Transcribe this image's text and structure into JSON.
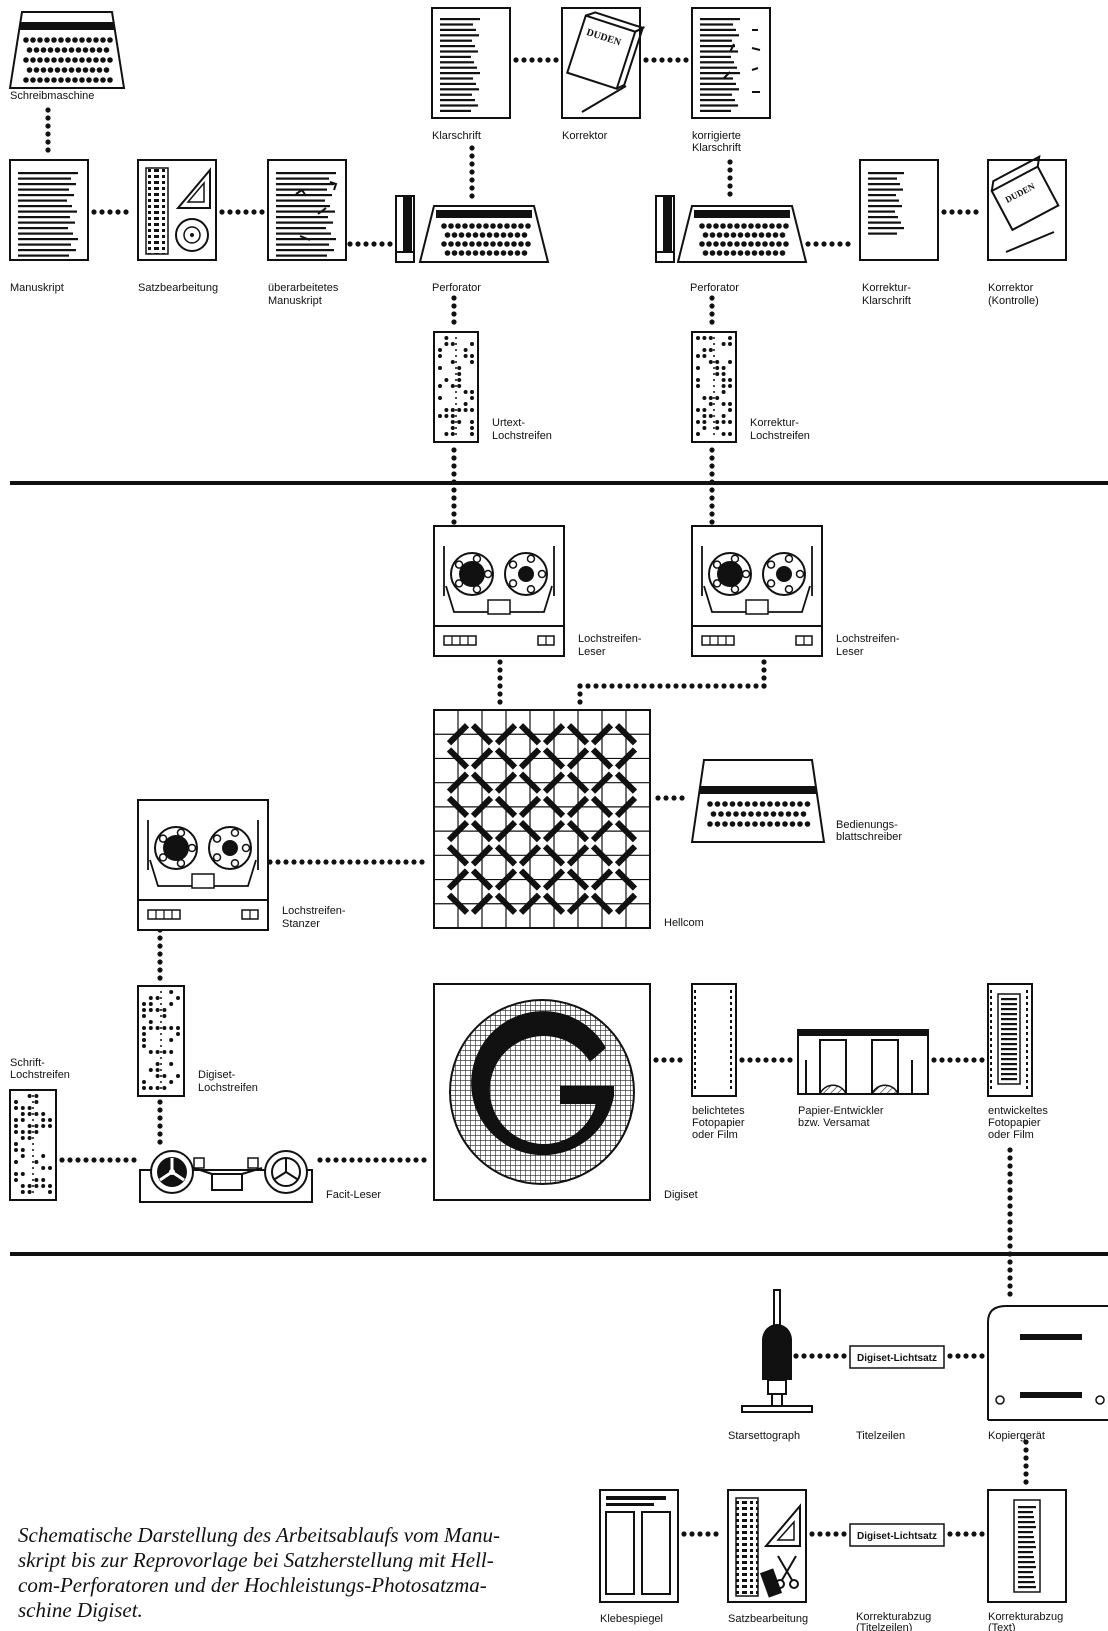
{
  "labels": {
    "schreibmaschine": "Schreibmaschine",
    "manuskript": "Manuskript",
    "satzbearbeitung": "Satzbearbeitung",
    "ueberarbeitet_1": "überarbeitetes",
    "ueberarbeitet_2": "Manuskript",
    "klarschrift": "Klarschrift",
    "korrektor": "Korrektor",
    "korr_klar_1": "korrigierte",
    "korr_klar_2": "Klarschrift",
    "perforator_1": "Perforator",
    "perforator_2": "Perforator",
    "korrektur_klar_1": "Korrektur-",
    "korrektur_klar_2": "Klarschrift",
    "korrektor_kontrolle_1": "Korrektor",
    "korrektor_kontrolle_2": "(Kontrolle)",
    "urtext_1": "Urtext-",
    "urtext_2": "Lochstreifen",
    "korrektur_loch_1": "Korrektur-",
    "korrektur_loch_2": "Lochstreifen",
    "leser1_1": "Lochstreifen-",
    "leser1_2": "Leser",
    "leser2_1": "Lochstreifen-",
    "leser2_2": "Leser",
    "bedienung_1": "Bedienungs-",
    "bedienung_2": "blattschreiber",
    "stanzer_1": "Lochstreifen-",
    "stanzer_2": "Stanzer",
    "hellcom": "Hellcom",
    "schrift_1": "Schrift-",
    "schrift_2": "Lochstreifen",
    "digiset_loch_1": "Digiset-",
    "digiset_loch_2": "Lochstreifen",
    "facit": "Facit-Leser",
    "digiset": "Digiset",
    "belichtet_1": "belichtetes",
    "belichtet_2": "Fotopapier",
    "belichtet_3": "oder Film",
    "entwickler_1": "Papier-Entwickler",
    "entwickler_2": "bzw. Versamat",
    "entwickelt_1": "entwickeltes",
    "entwickelt_2": "Fotopapier",
    "entwickelt_3": "oder Film",
    "starsettograph": "Starsettograph",
    "titelzeilen": "Titelzeilen",
    "kopiergeraet": "Kopiergerät",
    "klebespiegel": "Klebespiegel",
    "satzbearbeitung_2": "Satzbearbeitung",
    "korrabzug_titel_1": "Korrekturabzug",
    "korrabzug_titel_2": "(Titelzeilen)",
    "korrabzug_text_1": "Korrekturabzug",
    "korrabzug_text_2": "(Text)",
    "duden_1": "DUDEN",
    "duden_2": "DUDEN",
    "lichtsatz_1": "Digiset-Lichtsatz",
    "lichtsatz_2": "Digiset-Lichtsatz"
  },
  "caption": {
    "line1": "Schematische Darstellung des Arbeitsablaufs vom Manu-",
    "line2": "skript bis zur Reprovorlage bei Satzherstellung mit Hell-",
    "line3": "com-Perforatoren und der Hochleistungs-Photosatzma-",
    "line4": "schine Digiset."
  }
}
